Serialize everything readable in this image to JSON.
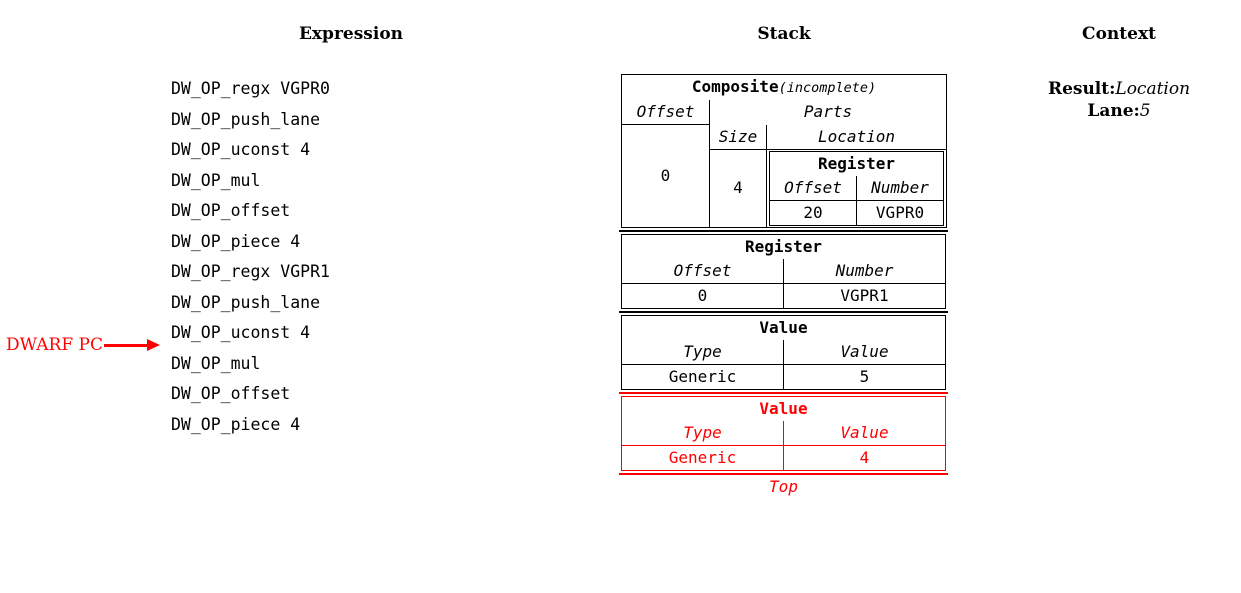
{
  "headings": {
    "expression": "Expression",
    "stack": "Stack",
    "context": "Context"
  },
  "expression": {
    "lines": [
      "DW_OP_regx VGPR0",
      "DW_OP_push_lane",
      "DW_OP_uconst 4",
      "DW_OP_mul",
      "DW_OP_offset",
      "DW_OP_piece 4",
      "DW_OP_regx VGPR1",
      "DW_OP_push_lane",
      "DW_OP_uconst 4",
      "DW_OP_mul",
      "DW_OP_offset",
      "DW_OP_piece 4"
    ],
    "pc_marker": {
      "label": "DWARF PC",
      "points_to_line_index": 9,
      "points_to_text": "DW_OP_mul",
      "color": "#ff0000"
    }
  },
  "context": {
    "result_key": "Result:",
    "result_value": "Location",
    "lane_key": "Lane:",
    "lane_value": "5"
  },
  "stack": {
    "top_label": "Top",
    "highlight_color": "#ff0000",
    "entries": [
      {
        "kind": "composite",
        "title": "Composite",
        "title_suffix": "(incomplete)",
        "offset_header": "Offset",
        "offset_value": "0",
        "parts_header": "Parts",
        "size_header": "Size",
        "location_header": "Location",
        "part": {
          "size": "4",
          "location": {
            "title": "Register",
            "offset_header": "Offset",
            "number_header": "Number",
            "offset_value": "20",
            "number_value": "VGPR0"
          }
        }
      },
      {
        "kind": "register",
        "title": "Register",
        "col1_header": "Offset",
        "col2_header": "Number",
        "col1_value": "0",
        "col2_value": "VGPR1"
      },
      {
        "kind": "value",
        "title": "Value",
        "col1_header": "Type",
        "col2_header": "Value",
        "col1_value": "Generic",
        "col2_value": "5"
      },
      {
        "kind": "value",
        "title": "Value",
        "col1_header": "Type",
        "col2_header": "Value",
        "col1_value": "Generic",
        "col2_value": "4",
        "highlighted": true
      }
    ]
  }
}
